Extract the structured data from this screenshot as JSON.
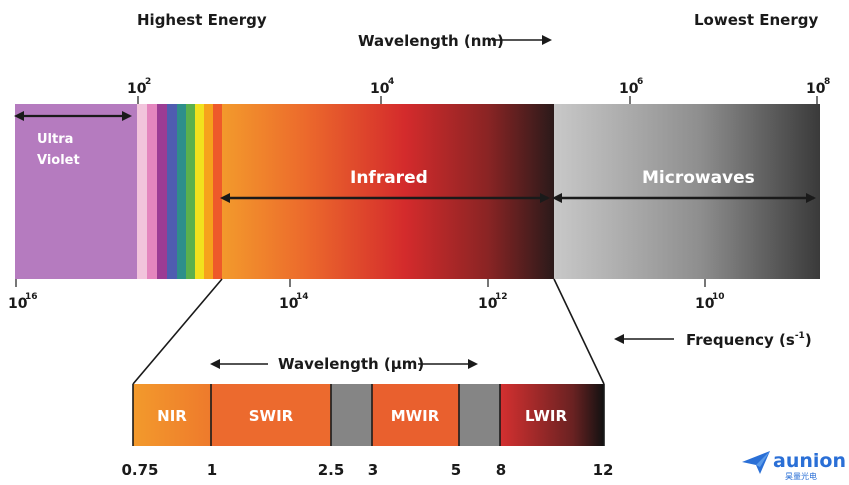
{
  "headers": {
    "highest_energy": "Highest Energy",
    "lowest_energy": "Lowest Energy",
    "wavelength_nm": "Wavelength (nm)",
    "frequency": "Frequency (s",
    "frequency_sup": "-1",
    "frequency_close": ")"
  },
  "wavelength_ticks": [
    {
      "base": "10",
      "exp": "2"
    },
    {
      "base": "10",
      "exp": "4"
    },
    {
      "base": "10",
      "exp": "6"
    },
    {
      "base": "10",
      "exp": "8"
    }
  ],
  "frequency_ticks": [
    {
      "base": "10",
      "exp": "16"
    },
    {
      "base": "10",
      "exp": "14"
    },
    {
      "base": "10",
      "exp": "12"
    },
    {
      "base": "10",
      "exp": "10"
    }
  ],
  "bands": {
    "ultra_violet_line1": "Ultra",
    "ultra_violet_line2": "Violet",
    "infrared": "Infrared",
    "microwaves": "Microwaves"
  },
  "infrared_detail": {
    "wavelength_label": "Wavelength (µm)",
    "segments": [
      "NIR",
      "SWIR",
      "MWIR",
      "LWIR"
    ],
    "ticks": [
      "0.75",
      "1",
      "2.5",
      "3",
      "5",
      "8",
      "12"
    ]
  },
  "logo": {
    "name": "aunion",
    "subtitle": "昊量光电"
  },
  "colors": {
    "ultraviolet": "#b57bbf",
    "microwave_light": "#c4c4c4",
    "microwave_dark": "#3a3a3a",
    "infrared_start": "#f29a2e",
    "infrared_mid": "#d42a2a",
    "infrared_end": "#2a1a1a",
    "gap_gray": "#858585",
    "logo_blue": "#2a6fd6"
  }
}
